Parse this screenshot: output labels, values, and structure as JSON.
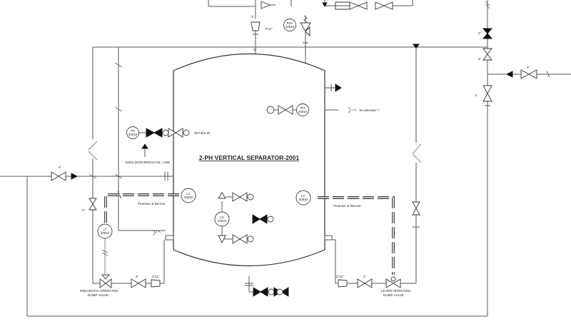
{
  "diagram": {
    "title": "2-PH VERTICAL SEPARATOR-2001",
    "instruments": [
      {
        "id": "psv",
        "tag": "PSV",
        "num": "20010"
      },
      {
        "id": "pit",
        "tag": "PIT",
        "num": "20010"
      },
      {
        "id": "pg",
        "tag": "PG",
        "num": "20010"
      },
      {
        "id": "lc1",
        "tag": "LC",
        "num": "20010"
      },
      {
        "id": "lc2",
        "tag": "LC",
        "num": "20010"
      },
      {
        "id": "lg",
        "tag": "LG",
        "num": "20010"
      },
      {
        "id": "lt",
        "tag": "LT",
        "num": "20010"
      }
    ],
    "labels": {
      "size_3in": "3\"",
      "size_4x2": "4\"x2\"",
      "size_4in_top": "4\"",
      "size_2in_right_a": "2\"",
      "size_2in_right_b": "2\"",
      "size_4in_right": "4\"",
      "size_1in_right": "1\"",
      "size_4in_inlet": "4\"",
      "size_2in_left": "2\"",
      "size_2in_bottom_left": "2\"",
      "size_2x1_bottom_left": "2\"x1\"",
      "size_2x1_bottom_right": "2\"x2\"",
      "size_2in_bottom_right": "2\"",
      "psv_set": "SET@5-IN",
      "emulsion": "EMULSION BREAK INL. LINE",
      "trunnion_left": "Trunnion & fulcrum",
      "trunnion_right": "Trunnion & fulcrum",
      "to_unknown": "To unknown ?",
      "pneumatic_1": "PNEUMATIC-OPERATED",
      "pneumatic_2": "DUMP VALVE",
      "lever_1": "LEVER-OPERATED",
      "lever_2": "DUMP VALVE",
      "ia": "I.A."
    }
  }
}
